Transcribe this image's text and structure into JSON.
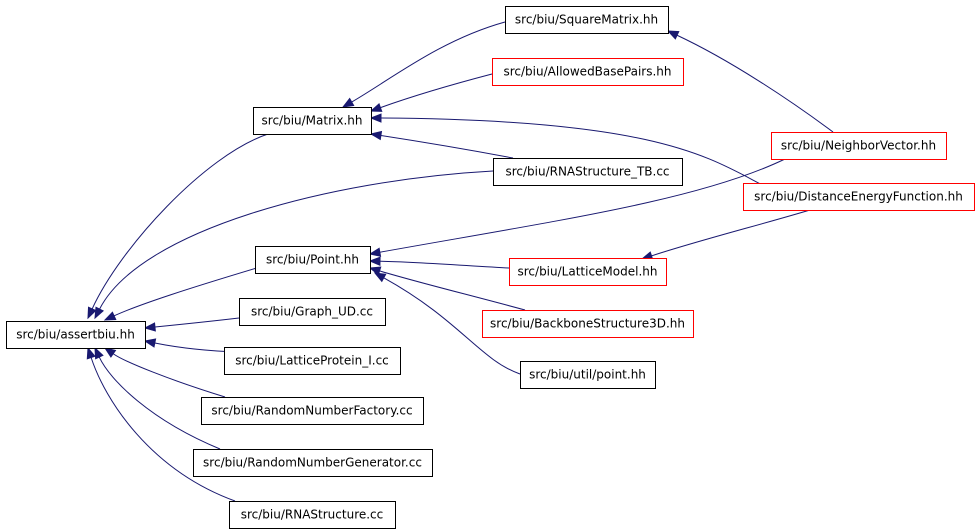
{
  "colors": {
    "edge": "#191970",
    "border_default": "#000000",
    "border_incomplete": "#ff0000",
    "focus_fill": "#bfbfbf"
  },
  "nodes": [
    {
      "id": "assertbiu",
      "label": "src/biu/assertbiu.hh",
      "style": "focus"
    },
    {
      "id": "matrix",
      "label": "src/biu/Matrix.hh",
      "style": "default"
    },
    {
      "id": "point",
      "label": "src/biu/Point.hh",
      "style": "default"
    },
    {
      "id": "graph_ud",
      "label": "src/biu/Graph_UD.cc",
      "style": "default"
    },
    {
      "id": "latticeprotein",
      "label": "src/biu/LatticeProtein_I.cc",
      "style": "default"
    },
    {
      "id": "rnfactory",
      "label": "src/biu/RandomNumberFactory.cc",
      "style": "default"
    },
    {
      "id": "rngenerator",
      "label": "src/biu/RandomNumberGenerator.cc",
      "style": "default"
    },
    {
      "id": "rnastructure",
      "label": "src/biu/RNAStructure.cc",
      "style": "default"
    },
    {
      "id": "squarematrix",
      "label": "src/biu/SquareMatrix.hh",
      "style": "default"
    },
    {
      "id": "allowedbp",
      "label": "src/biu/AllowedBasePairs.hh",
      "style": "incomplete"
    },
    {
      "id": "rnastructure_tb",
      "label": "src/biu/RNAStructure_TB.cc",
      "style": "default"
    },
    {
      "id": "latticemodel",
      "label": "src/biu/LatticeModel.hh",
      "style": "incomplete"
    },
    {
      "id": "backbone",
      "label": "src/biu/BackboneStructure3D.hh",
      "style": "incomplete"
    },
    {
      "id": "utilpoint",
      "label": "src/biu/util/point.hh",
      "style": "default"
    },
    {
      "id": "neighborvector",
      "label": "src/biu/NeighborVector.hh",
      "style": "incomplete"
    },
    {
      "id": "distanceenergy",
      "label": "src/biu/DistanceEnergyFunction.hh",
      "style": "incomplete"
    }
  ],
  "edges": [
    {
      "from": "matrix",
      "to": "assertbiu"
    },
    {
      "from": "rnastructure_tb",
      "to": "assertbiu"
    },
    {
      "from": "point",
      "to": "assertbiu"
    },
    {
      "from": "graph_ud",
      "to": "assertbiu"
    },
    {
      "from": "latticeprotein",
      "to": "assertbiu"
    },
    {
      "from": "rnfactory",
      "to": "assertbiu"
    },
    {
      "from": "rngenerator",
      "to": "assertbiu"
    },
    {
      "from": "rnastructure",
      "to": "assertbiu"
    },
    {
      "from": "squarematrix",
      "to": "matrix"
    },
    {
      "from": "allowedbp",
      "to": "matrix"
    },
    {
      "from": "distanceenergy",
      "to": "matrix"
    },
    {
      "from": "rnastructure_tb",
      "to": "matrix"
    },
    {
      "from": "neighborvector",
      "to": "squarematrix"
    },
    {
      "from": "neighborvector",
      "to": "point"
    },
    {
      "from": "latticemodel",
      "to": "point"
    },
    {
      "from": "backbone",
      "to": "point"
    },
    {
      "from": "utilpoint",
      "to": "point"
    },
    {
      "from": "distanceenergy",
      "to": "latticemodel"
    }
  ]
}
